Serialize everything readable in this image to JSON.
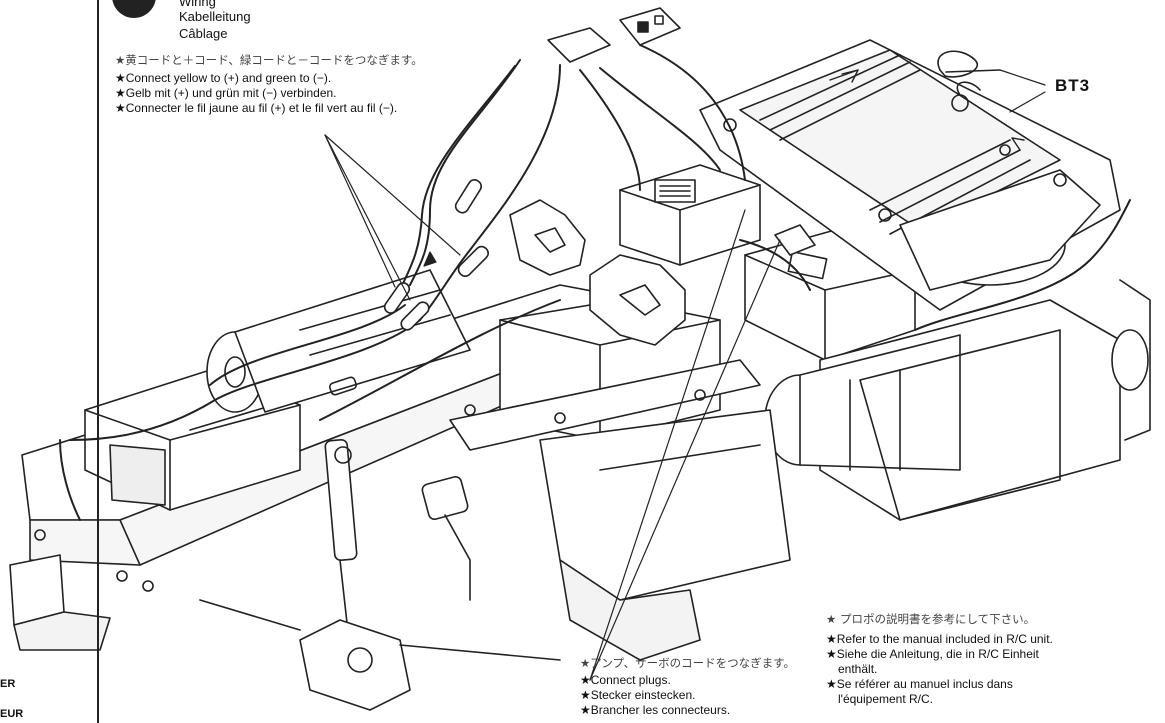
{
  "step": {
    "number": "",
    "title_en": "Wiring",
    "title_de": "Kabelleitung",
    "title_fr": "Câblage"
  },
  "notes": {
    "wiring": [
      "★黄コードと＋コード、緑コードと－コードをつなぎます。",
      "★Connect yellow to (+) and green to (−).",
      "★Gelb mit (+) und grün mit (−) verbinden.",
      "★Connecter le fil jaune au fil (+) et le fil vert au fil (−)."
    ],
    "plugs": [
      "★アンプ、サーボのコードをつなぎます。",
      "★Connect plugs.",
      "★Stecker einstecken.",
      "★Brancher les connecteurs."
    ],
    "manual": [
      "★ プロポの説明書を参考にして下さい。",
      "★Refer to the manual included in R/C unit.",
      "★Siehe die Anleitung, die in R/C Einheit",
      "enthält.",
      "★Se référer au manuel inclus dans",
      "l'équipement R/C."
    ]
  },
  "part_label": "BT3",
  "edge_fragments": [
    "ER",
    "EUR"
  ],
  "colors": {
    "ink": "#111111",
    "paper": "#ffffff",
    "star": "#555555"
  }
}
